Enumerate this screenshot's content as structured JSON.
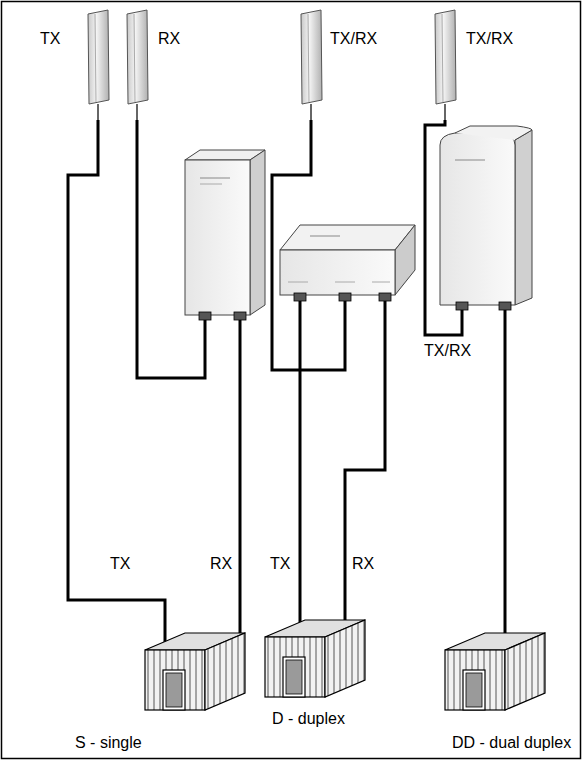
{
  "diagram": {
    "labels": [
      "TX",
      "RX",
      "TX/RX",
      "TX/RX",
      "TX/RX",
      "TX",
      "RX",
      "TX",
      "RX",
      "D - duplex",
      "S - single",
      "DD - dual duplex"
    ]
  }
}
